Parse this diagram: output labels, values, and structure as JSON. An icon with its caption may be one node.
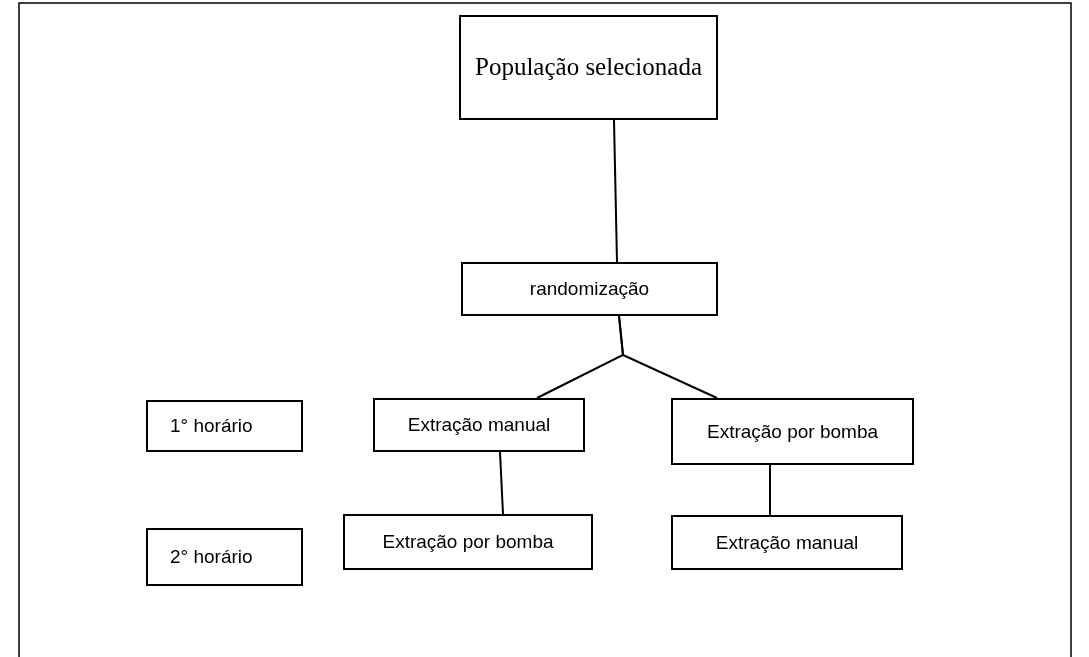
{
  "diagram": {
    "nodes": [
      {
        "text": [
          "População selecionada"
        ]
      },
      {
        "text": [
          "randomização"
        ]
      },
      {
        "text": [
          "1° horário"
        ]
      },
      {
        "text": [
          "Extração manual"
        ]
      },
      {
        "text": [
          "Extração por bomba"
        ]
      },
      {
        "text": [
          "2° horário"
        ]
      },
      {
        "text": [
          "Extração por bomba"
        ]
      },
      {
        "text": [
          "Extração manual"
        ]
      }
    ],
    "edges": [
      {
        "from": 0,
        "to": 1,
        "arrow": "none"
      },
      {
        "from": 1,
        "to": 3,
        "arrow": "none"
      },
      {
        "from": 1,
        "to": 4,
        "arrow": "none"
      },
      {
        "from": 3,
        "to": 6,
        "arrow": "none"
      },
      {
        "from": 4,
        "to": 7,
        "arrow": "none"
      }
    ]
  }
}
